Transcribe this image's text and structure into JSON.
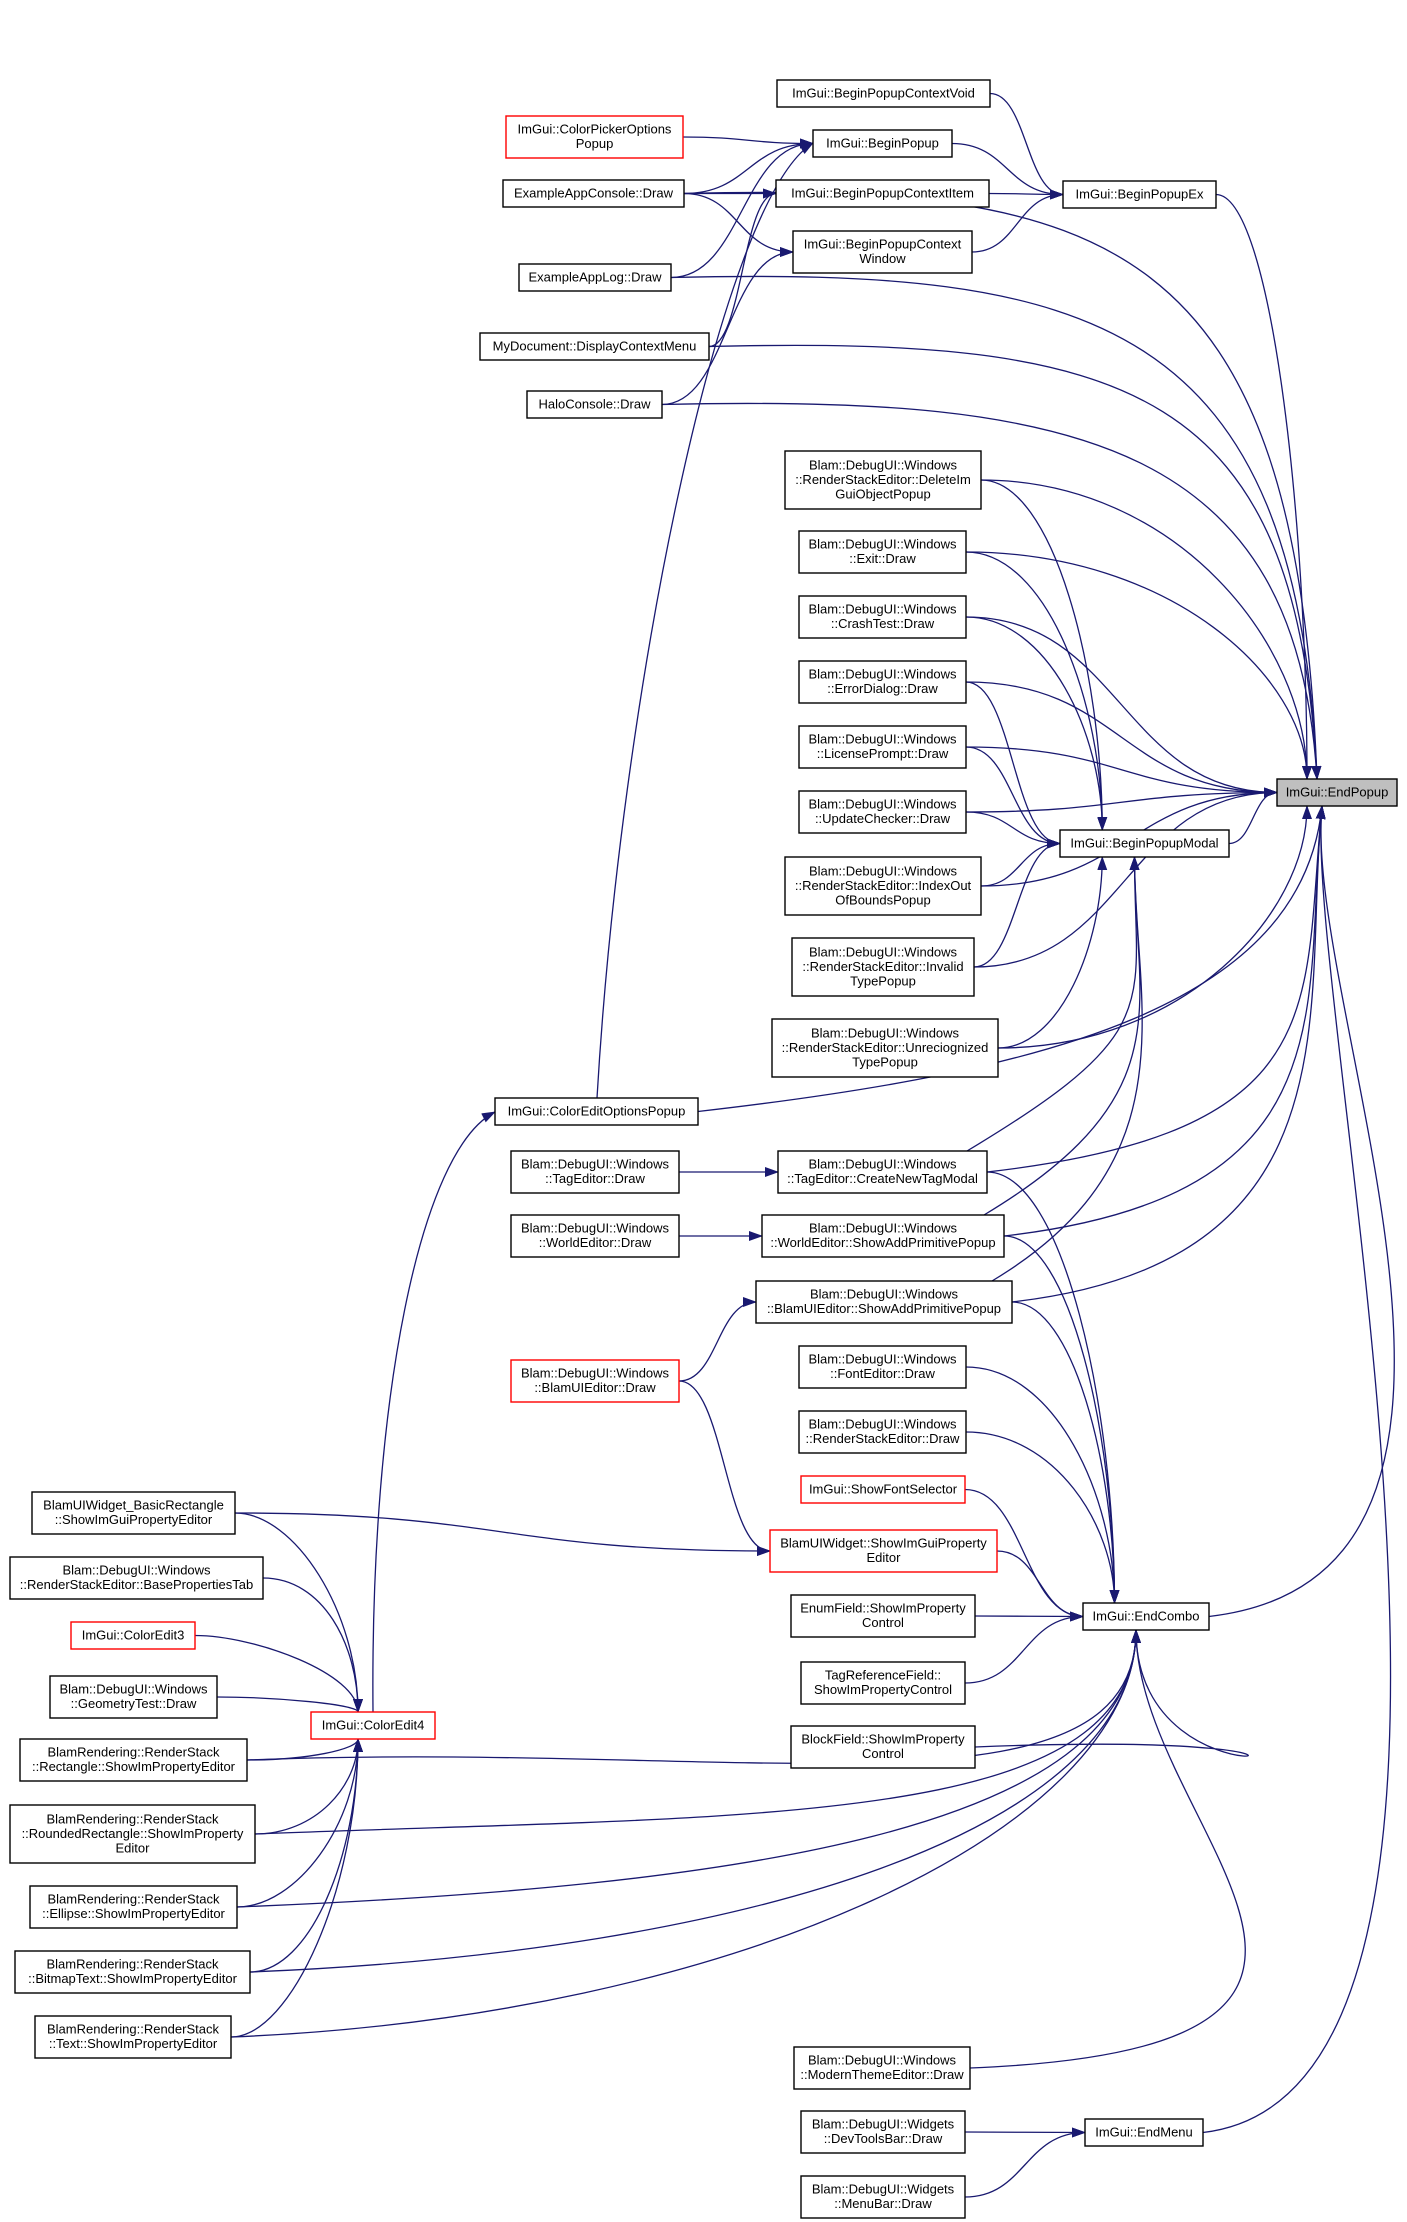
{
  "diagram": {
    "colors": {
      "edge": "#191970",
      "node_border": "#000000",
      "node_border_missing_doc": "#ff0000",
      "selected_node_fill": "#bfbfbf"
    },
    "nodes": [
      {
        "id": "endpopup",
        "lines": [
          "ImGui::EndPopup"
        ],
        "style": "selected"
      },
      {
        "id": "beginpopupex",
        "lines": [
          "ImGui::BeginPopupEx"
        ]
      },
      {
        "id": "beginpopupcontextvoid",
        "lines": [
          "ImGui::BeginPopupContextVoid"
        ]
      },
      {
        "id": "colorpickeroptionspopup",
        "lines": [
          "ImGui::ColorPickerOptions",
          "Popup"
        ],
        "style": "red"
      },
      {
        "id": "beginpopup",
        "lines": [
          "ImGui::BeginPopup"
        ]
      },
      {
        "id": "exampleappconsole",
        "lines": [
          "ExampleAppConsole::Draw"
        ]
      },
      {
        "id": "beginpopupcontextitem",
        "lines": [
          "ImGui::BeginPopupContextItem"
        ]
      },
      {
        "id": "beginpopupcontextwindow",
        "lines": [
          "ImGui::BeginPopupContext",
          "Window"
        ]
      },
      {
        "id": "exampleapplog",
        "lines": [
          "ExampleAppLog::Draw"
        ]
      },
      {
        "id": "mydocument",
        "lines": [
          "MyDocument::DisplayContextMenu"
        ]
      },
      {
        "id": "haloconsole",
        "lines": [
          "HaloConsole::Draw"
        ]
      },
      {
        "id": "deleteimgui",
        "lines": [
          "Blam::DebugUI::Windows",
          "::RenderStackEditor::DeleteIm",
          "GuiObjectPopup"
        ]
      },
      {
        "id": "exitdraw",
        "lines": [
          "Blam::DebugUI::Windows",
          "::Exit::Draw"
        ]
      },
      {
        "id": "crashtest",
        "lines": [
          "Blam::DebugUI::Windows",
          "::CrashTest::Draw"
        ]
      },
      {
        "id": "errordialog",
        "lines": [
          "Blam::DebugUI::Windows",
          "::ErrorDialog::Draw"
        ]
      },
      {
        "id": "licenseprompt",
        "lines": [
          "Blam::DebugUI::Windows",
          "::LicensePrompt::Draw"
        ]
      },
      {
        "id": "updatechecker",
        "lines": [
          "Blam::DebugUI::Windows",
          "::UpdateChecker::Draw"
        ]
      },
      {
        "id": "beginpopupmodal",
        "lines": [
          "ImGui::BeginPopupModal"
        ]
      },
      {
        "id": "indexoutofbounds",
        "lines": [
          "Blam::DebugUI::Windows",
          "::RenderStackEditor::IndexOut",
          "OfBoundsPopup"
        ]
      },
      {
        "id": "invalidtype",
        "lines": [
          "Blam::DebugUI::Windows",
          "::RenderStackEditor::Invalid",
          "TypePopup"
        ]
      },
      {
        "id": "unrecognized",
        "lines": [
          "Blam::DebugUI::Windows",
          "::RenderStackEditor::Unreciognized",
          "TypePopup"
        ]
      },
      {
        "id": "coloreditoptionspopup",
        "lines": [
          "ImGui::ColorEditOptionsPopup"
        ]
      },
      {
        "id": "tageditordraw",
        "lines": [
          "Blam::DebugUI::Windows",
          "::TagEditor::Draw"
        ]
      },
      {
        "id": "createnewtagmodal",
        "lines": [
          "Blam::DebugUI::Windows",
          "::TagEditor::CreateNewTagModal"
        ]
      },
      {
        "id": "worldeditordraw",
        "lines": [
          "Blam::DebugUI::Windows",
          "::WorldEditor::Draw"
        ]
      },
      {
        "id": "worldaddprimitive",
        "lines": [
          "Blam::DebugUI::Windows",
          "::WorldEditor::ShowAddPrimitivePopup"
        ]
      },
      {
        "id": "blamuiaddprimitive",
        "lines": [
          "Blam::DebugUI::Windows",
          "::BlamUIEditor::ShowAddPrimitivePopup"
        ]
      },
      {
        "id": "blamuieditordraw",
        "lines": [
          "Blam::DebugUI::Windows",
          "::BlamUIEditor::Draw"
        ],
        "style": "red"
      },
      {
        "id": "fonteditor",
        "lines": [
          "Blam::DebugUI::Windows",
          "::FontEditor::Draw"
        ]
      },
      {
        "id": "renderstackeditordraw",
        "lines": [
          "Blam::DebugUI::Windows",
          "::RenderStackEditor::Draw"
        ]
      },
      {
        "id": "showfontselector",
        "lines": [
          "ImGui::ShowFontSelector"
        ],
        "style": "red"
      },
      {
        "id": "blamuiwidgetshow",
        "lines": [
          "BlamUIWidget::ShowImGuiProperty",
          "Editor"
        ],
        "style": "red"
      },
      {
        "id": "basicrectangle",
        "lines": [
          "BlamUIWidget_BasicRectangle",
          "::ShowImGuiPropertyEditor"
        ]
      },
      {
        "id": "basepropertiestab",
        "lines": [
          "Blam::DebugUI::Windows",
          "::RenderStackEditor::BasePropertiesTab"
        ]
      },
      {
        "id": "enumfield",
        "lines": [
          "EnumField::ShowImProperty",
          "Control"
        ]
      },
      {
        "id": "endcombo",
        "lines": [
          "ImGui::EndCombo"
        ]
      },
      {
        "id": "coloredit3",
        "lines": [
          "ImGui::ColorEdit3"
        ],
        "style": "red"
      },
      {
        "id": "tagreferencefield",
        "lines": [
          "TagReferenceField::",
          "ShowImPropertyControl"
        ]
      },
      {
        "id": "geometrytest",
        "lines": [
          "Blam::DebugUI::Windows",
          "::GeometryTest::Draw"
        ]
      },
      {
        "id": "coloredit4",
        "lines": [
          "ImGui::ColorEdit4"
        ],
        "style": "red"
      },
      {
        "id": "blockfield",
        "lines": [
          "BlockField::ShowImProperty",
          "Control"
        ]
      },
      {
        "id": "rsrectangle",
        "lines": [
          "BlamRendering::RenderStack",
          "::Rectangle::ShowImPropertyEditor"
        ]
      },
      {
        "id": "rsroundedrect",
        "lines": [
          "BlamRendering::RenderStack",
          "::RoundedRectangle::ShowImProperty",
          "Editor"
        ]
      },
      {
        "id": "rsellipse",
        "lines": [
          "BlamRendering::RenderStack",
          "::Ellipse::ShowImPropertyEditor"
        ]
      },
      {
        "id": "rsbitmaptext",
        "lines": [
          "BlamRendering::RenderStack",
          "::BitmapText::ShowImPropertyEditor"
        ]
      },
      {
        "id": "rstext",
        "lines": [
          "BlamRendering::RenderStack",
          "::Text::ShowImPropertyEditor"
        ]
      },
      {
        "id": "modernthemeeditor",
        "lines": [
          "Blam::DebugUI::Windows",
          "::ModernThemeEditor::Draw"
        ]
      },
      {
        "id": "devtoolsbar",
        "lines": [
          "Blam::DebugUI::Widgets",
          "::DevToolsBar::Draw"
        ]
      },
      {
        "id": "endmenu",
        "lines": [
          "ImGui::EndMenu"
        ]
      },
      {
        "id": "menubar",
        "lines": [
          "Blam::DebugUI::Widgets",
          "::MenuBar::Draw"
        ]
      }
    ],
    "edges": [
      [
        "beginpopupex",
        "endpopup"
      ],
      [
        "beginpopupcontextvoid",
        "beginpopupex"
      ],
      [
        "beginpopup",
        "beginpopupex"
      ],
      [
        "beginpopupcontextitem",
        "beginpopupex"
      ],
      [
        "beginpopupcontextwindow",
        "beginpopupex"
      ],
      [
        "colorpickeroptionspopup",
        "beginpopup"
      ],
      [
        "exampleappconsole",
        "beginpopup"
      ],
      [
        "exampleappconsole",
        "beginpopupcontextitem"
      ],
      [
        "exampleappconsole",
        "beginpopupcontextwindow"
      ],
      [
        "exampleappconsole",
        "endpopup"
      ],
      [
        "exampleapplog",
        "beginpopup"
      ],
      [
        "exampleapplog",
        "endpopup"
      ],
      [
        "mydocument",
        "beginpopupcontextitem"
      ],
      [
        "mydocument",
        "endpopup"
      ],
      [
        "haloconsole",
        "beginpopupcontextwindow"
      ],
      [
        "haloconsole",
        "endpopup"
      ],
      [
        "coloreditoptionspopup",
        "beginpopup"
      ],
      [
        "coloreditoptionspopup",
        "endpopup"
      ],
      [
        "beginpopupmodal",
        "endpopup"
      ],
      [
        "deleteimgui",
        "beginpopupmodal"
      ],
      [
        "deleteimgui",
        "endpopup"
      ],
      [
        "exitdraw",
        "beginpopupmodal"
      ],
      [
        "exitdraw",
        "endpopup"
      ],
      [
        "crashtest",
        "beginpopupmodal"
      ],
      [
        "crashtest",
        "endpopup"
      ],
      [
        "errordialog",
        "beginpopupmodal"
      ],
      [
        "errordialog",
        "endpopup"
      ],
      [
        "licenseprompt",
        "beginpopupmodal"
      ],
      [
        "licenseprompt",
        "endpopup"
      ],
      [
        "updatechecker",
        "beginpopupmodal"
      ],
      [
        "updatechecker",
        "endpopup"
      ],
      [
        "indexoutofbounds",
        "beginpopupmodal"
      ],
      [
        "indexoutofbounds",
        "endpopup"
      ],
      [
        "invalidtype",
        "beginpopupmodal"
      ],
      [
        "invalidtype",
        "endpopup"
      ],
      [
        "unrecognized",
        "beginpopupmodal"
      ],
      [
        "unrecognized",
        "endpopup"
      ],
      [
        "createnewtagmodal",
        "beginpopupmodal"
      ],
      [
        "createnewtagmodal",
        "endpopup"
      ],
      [
        "createnewtagmodal",
        "endcombo"
      ],
      [
        "worldaddprimitive",
        "beginpopupmodal"
      ],
      [
        "worldaddprimitive",
        "endpopup"
      ],
      [
        "worldaddprimitive",
        "endcombo"
      ],
      [
        "blamuiaddprimitive",
        "beginpopupmodal"
      ],
      [
        "blamuiaddprimitive",
        "endpopup"
      ],
      [
        "blamuiaddprimitive",
        "endcombo"
      ],
      [
        "tageditordraw",
        "createnewtagmodal"
      ],
      [
        "worldeditordraw",
        "worldaddprimitive"
      ],
      [
        "blamuieditordraw",
        "blamuiaddprimitive"
      ],
      [
        "blamuieditordraw",
        "blamuiwidgetshow"
      ],
      [
        "coloredit4",
        "coloreditoptionspopup"
      ],
      [
        "fonteditor",
        "endcombo"
      ],
      [
        "renderstackeditordraw",
        "endcombo"
      ],
      [
        "showfontselector",
        "endcombo"
      ],
      [
        "blamuiwidgetshow",
        "endcombo"
      ],
      [
        "basicrectangle",
        "blamuiwidgetshow"
      ],
      [
        "basicrectangle",
        "coloredit4"
      ],
      [
        "basepropertiestab",
        "coloredit4"
      ],
      [
        "coloredit3",
        "coloredit4"
      ],
      [
        "geometrytest",
        "coloredit4"
      ],
      [
        "rsrectangle",
        "coloredit4"
      ],
      [
        "rsrectangle",
        "endcombo"
      ],
      [
        "rsroundedrect",
        "coloredit4"
      ],
      [
        "rsroundedrect",
        "endcombo"
      ],
      [
        "rsellipse",
        "coloredit4"
      ],
      [
        "rsellipse",
        "endcombo"
      ],
      [
        "rsbitmaptext",
        "coloredit4"
      ],
      [
        "rsbitmaptext",
        "endcombo"
      ],
      [
        "rstext",
        "coloredit4"
      ],
      [
        "rstext",
        "endcombo"
      ],
      [
        "enumfield",
        "endcombo"
      ],
      [
        "tagreferencefield",
        "endcombo"
      ],
      [
        "blockfield",
        "endcombo"
      ],
      [
        "modernthemeeditor",
        "endcombo"
      ],
      [
        "endcombo",
        "endpopup"
      ],
      [
        "devtoolsbar",
        "endmenu"
      ],
      [
        "menubar",
        "endmenu"
      ],
      [
        "endmenu",
        "endpopup"
      ]
    ]
  }
}
